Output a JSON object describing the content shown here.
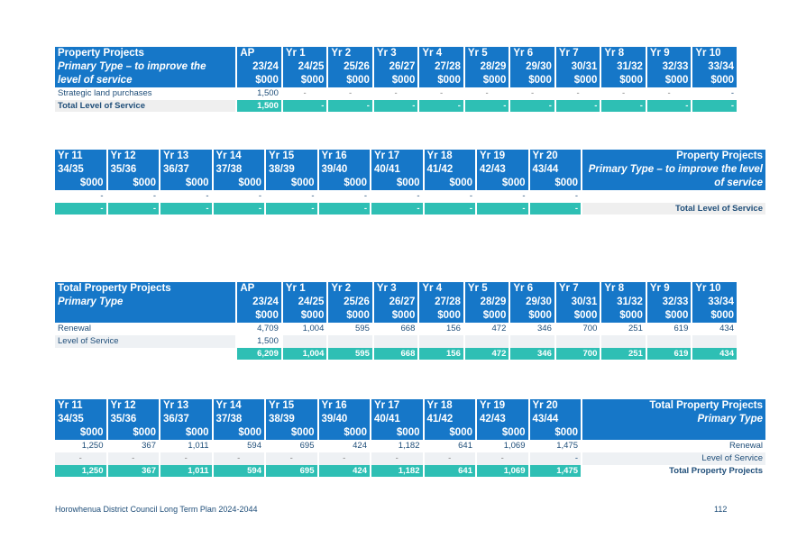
{
  "labels": {
    "pp": "Property  Projects",
    "ppPrimaryA": "Primary Type – to improve the",
    "ppPrimaryB": "level of service",
    "ppPrimaryRightA": "Primary Type – to improve the level",
    "ppPrimaryRightB": "of service",
    "strategic": "Strategic land purchases",
    "totalLos": "Total Level of Service",
    "tpp": "Total Property Projects",
    "tppRight": "Total Property  Projects",
    "primaryType": "Primary Type",
    "renewal": "Renewal",
    "levelOfService": "Level of Service",
    "tppRow": "Total Property Projects"
  },
  "yearsA": [
    {
      "a": "AP",
      "b": "23/24",
      "c": "$000"
    },
    {
      "a": "Yr 1",
      "b": "24/25",
      "c": "$000"
    },
    {
      "a": "Yr 2",
      "b": "25/26",
      "c": "$000"
    },
    {
      "a": "Yr 3",
      "b": "26/27",
      "c": "$000"
    },
    {
      "a": "Yr 4",
      "b": "27/28",
      "c": "$000"
    },
    {
      "a": "Yr 5",
      "b": "28/29",
      "c": "$000"
    },
    {
      "a": "Yr 6",
      "b": "29/30",
      "c": "$000"
    },
    {
      "a": "Yr 7",
      "b": "30/31",
      "c": "$000"
    },
    {
      "a": "Yr 8",
      "b": "31/32",
      "c": "$000"
    },
    {
      "a": "Yr 9",
      "b": "32/33",
      "c": "$000"
    },
    {
      "a": "Yr 10",
      "b": "33/34",
      "c": "$000"
    }
  ],
  "yearsB": [
    {
      "a": "Yr 11",
      "b": "34/35",
      "c": "$000"
    },
    {
      "a": "Yr 12",
      "b": "35/36",
      "c": "$000"
    },
    {
      "a": "Yr 13",
      "b": "36/37",
      "c": "$000"
    },
    {
      "a": "Yr 14",
      "b": "37/38",
      "c": "$000"
    },
    {
      "a": "Yr 15",
      "b": "38/39",
      "c": "$000"
    },
    {
      "a": "Yr 16",
      "b": "39/40",
      "c": "$000"
    },
    {
      "a": "Yr 17",
      "b": "40/41",
      "c": "$000"
    },
    {
      "a": "Yr 18",
      "b": "41/42",
      "c": "$000"
    },
    {
      "a": "Yr 19",
      "b": "42/43",
      "c": "$000"
    },
    {
      "a": "Yr 20",
      "b": "43/44",
      "c": "$000"
    }
  ],
  "t1": {
    "strategic": [
      "1,500",
      "-",
      "-",
      "-",
      "-",
      "-",
      "-",
      "-",
      "-",
      "-",
      "-"
    ],
    "total": [
      "1,500",
      "-",
      "-",
      "-",
      "-",
      "-",
      "-",
      "-",
      "-",
      "-",
      "-"
    ]
  },
  "t2": {
    "row": [
      "-",
      "-",
      "-",
      "-",
      "-",
      "-",
      "-",
      "-",
      "-",
      "-"
    ],
    "total": [
      "-",
      "-",
      "-",
      "-",
      "-",
      "-",
      "-",
      "-",
      "-",
      "-"
    ]
  },
  "t3": {
    "renewal": [
      "4,709",
      "1,004",
      "595",
      "668",
      "156",
      "472",
      "346",
      "700",
      "251",
      "619",
      "434"
    ],
    "los": [
      "1,500",
      "",
      "",
      "",
      "",
      "",
      "",
      "",
      "",
      "",
      ""
    ],
    "total": [
      "6,209",
      "1,004",
      "595",
      "668",
      "156",
      "472",
      "346",
      "700",
      "251",
      "619",
      "434"
    ]
  },
  "t4": {
    "renewal": [
      "1,250",
      "367",
      "1,011",
      "594",
      "695",
      "424",
      "1,182",
      "641",
      "1,069",
      "1,475"
    ],
    "los": [
      "-",
      "-",
      "-",
      "-",
      "-",
      "-",
      "-",
      "-",
      "-",
      "-"
    ],
    "total": [
      "1,250",
      "367",
      "1,011",
      "594",
      "695",
      "424",
      "1,182",
      "641",
      "1,069",
      "1,475"
    ]
  },
  "footer": {
    "left": "Horowhenua District Council Long Term Plan 2024-2044",
    "page": "112"
  }
}
